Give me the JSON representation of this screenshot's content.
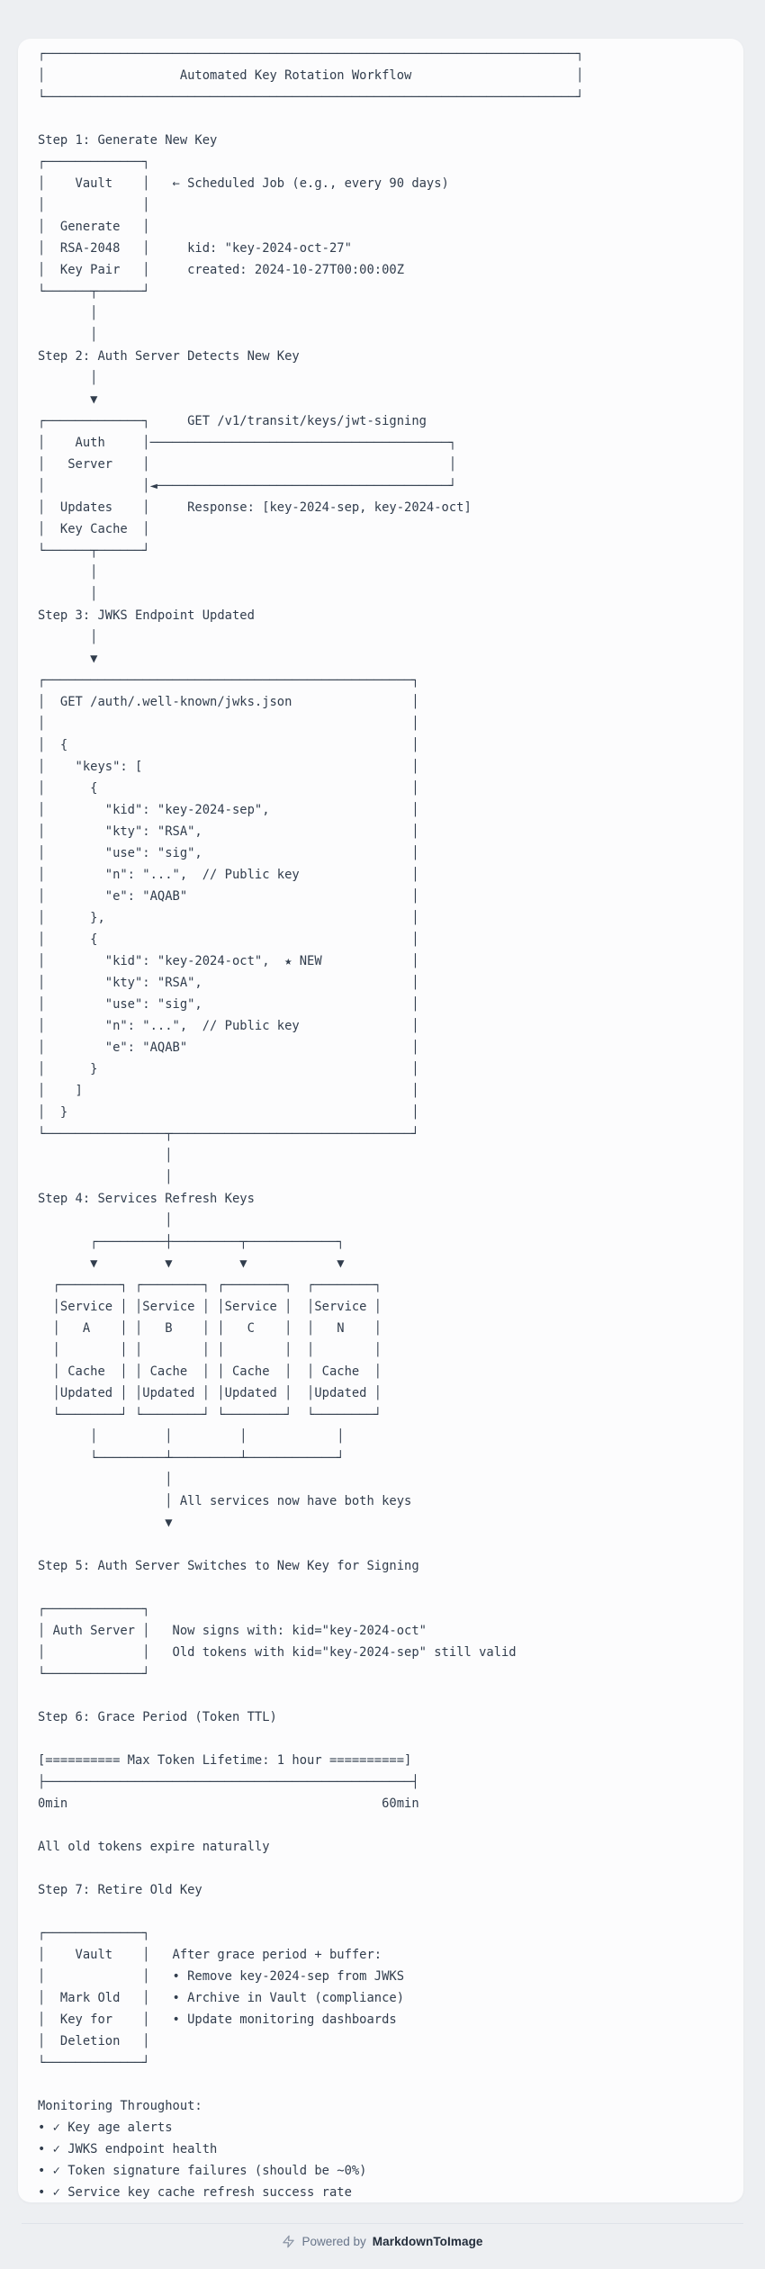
{
  "colors": {
    "page_bg": "#edeff2",
    "card_bg": "#fcfcfd",
    "text": "#313d4d",
    "divider": "#dfe3e9",
    "footer_text": "#68758a",
    "footer_brand": "#222c3a",
    "icon": "#8b95a5"
  },
  "diagram": {
    "title": "Automated Key Rotation Workflow",
    "sections": [
      {
        "id": "title-box",
        "art": "┌───────────────────────────────────────────────────────────────────────┐\n│                  Automated Key Rotation Workflow                      │\n└───────────────────────────────────────────────────────────────────────┘"
      },
      {
        "id": "step-1-generate-new-key",
        "art": "\nStep 1: Generate New Key\n┌─────────────┐\n│    Vault    │   ← Scheduled Job (e.g., every 90 days)\n│             │\n│  Generate   │\n│  RSA-2048   │     kid: \"key-2024-oct-27\"\n│  Key Pair   │     created: 2024-10-27T00:00:00Z\n└──────┬──────┘\n       │\n       │"
      },
      {
        "id": "step-2-auth-server-detects",
        "art": "Step 2: Auth Server Detects New Key\n       │\n       ▼\n┌─────────────┐     GET /v1/transit/keys/jwt-signing\n│    Auth     │────────────────────────────────────────┐\n│   Server    │                                        │\n│             │◄───────────────────────────────────────┘\n│  Updates    │     Response: [key-2024-sep, key-2024-oct]\n│  Key Cache  │\n└──────┬──────┘\n       │\n       │"
      },
      {
        "id": "step-3-jwks-endpoint-updated",
        "art": "Step 3: JWKS Endpoint Updated\n       │\n       ▼\n┌─────────────────────────────────────────────────┐\n│  GET /auth/.well-known/jwks.json                │\n│                                                 │\n│  {                                              │\n│    \"keys\": [                                    │\n│      {                                          │\n│        \"kid\": \"key-2024-sep\",                   │\n│        \"kty\": \"RSA\",                            │\n│        \"use\": \"sig\",                            │\n│        \"n\": \"...\",  // Public key               │\n│        \"e\": \"AQAB\"                              │\n│      },                                         │\n│      {                                          │\n│        \"kid\": \"key-2024-oct\",  ★ NEW            │\n│        \"kty\": \"RSA\",                            │\n│        \"use\": \"sig\",                            │\n│        \"n\": \"...\",  // Public key               │\n│        \"e\": \"AQAB\"                              │\n│      }                                          │\n│    ]                                            │\n│  }                                              │\n└────────────────┬────────────────────────────────┘\n                 │\n                 │"
      },
      {
        "id": "step-4-services-refresh-keys",
        "art": "Step 4: Services Refresh Keys\n                 │\n       ┌─────────┼─────────┬────────────┐\n       ▼         ▼         ▼            ▼\n  ┌────────┐ ┌────────┐ ┌────────┐  ┌────────┐\n  │Service │ │Service │ │Service │  │Service │\n  │   A    │ │   B    │ │   C    │  │   N    │\n  │        │ │        │ │        │  │        │\n  │ Cache  │ │ Cache  │ │ Cache  │  │ Cache  │\n  │Updated │ │Updated │ │Updated │  │Updated │\n  └────────┘ └────────┘ └────────┘  └────────┘\n       │         │         │            │\n       └─────────┴─────────┴────────────┘\n                 │\n                 │ All services now have both keys\n                 ▼"
      },
      {
        "id": "step-5-switch-signing-key",
        "art": "\nStep 5: Auth Server Switches to New Key for Signing\n\n┌─────────────┐\n│ Auth Server │   Now signs with: kid=\"key-2024-oct\"\n│             │   Old tokens with kid=\"key-2024-sep\" still valid\n└─────────────┘"
      },
      {
        "id": "step-6-grace-period",
        "art": "\nStep 6: Grace Period (Token TTL)\n\n[========== Max Token Lifetime: 1 hour ==========]\n├─────────────────────────────────────────────────┤\n0min                                          60min\n\nAll old tokens expire naturally"
      },
      {
        "id": "step-7-retire-old-key",
        "art": "\nStep 7: Retire Old Key\n\n┌─────────────┐\n│    Vault    │   After grace period + buffer:\n│             │   • Remove key-2024-sep from JWKS\n│  Mark Old   │   • Archive in Vault (compliance)\n│  Key for    │   • Update monitoring dashboards\n│  Deletion   │\n└─────────────┘"
      },
      {
        "id": "monitoring-throughout",
        "art": "\nMonitoring Throughout:\n• ✓ Key age alerts\n• ✓ JWKS endpoint health\n• ✓ Token signature failures (should be ~0%)\n• ✓ Service key cache refresh success rate"
      }
    ]
  },
  "footer": {
    "icon": "bolt-icon",
    "powered_by": "Powered by",
    "brand": "MarkdownToImage"
  }
}
